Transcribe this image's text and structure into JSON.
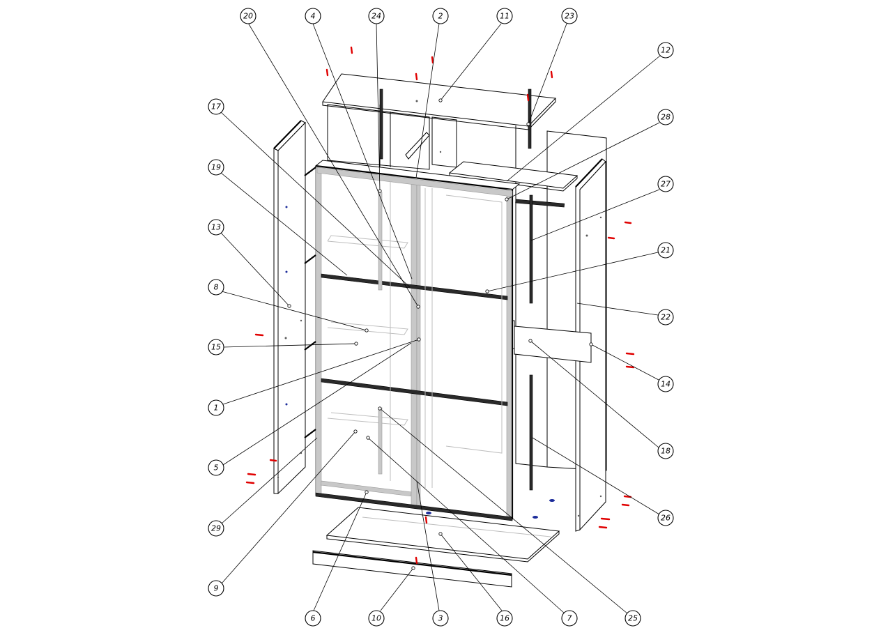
{
  "callouts": [
    {
      "id": "c20",
      "label": "20"
    },
    {
      "id": "c4",
      "label": "4"
    },
    {
      "id": "c24",
      "label": "24"
    },
    {
      "id": "c2",
      "label": "2"
    },
    {
      "id": "c11",
      "label": "11"
    },
    {
      "id": "c23",
      "label": "23"
    },
    {
      "id": "c12",
      "label": "12"
    },
    {
      "id": "c28",
      "label": "28"
    },
    {
      "id": "c27",
      "label": "27"
    },
    {
      "id": "c21",
      "label": "21"
    },
    {
      "id": "c22",
      "label": "22"
    },
    {
      "id": "c14",
      "label": "14"
    },
    {
      "id": "c18",
      "label": "18"
    },
    {
      "id": "c26",
      "label": "26"
    },
    {
      "id": "c17",
      "label": "17"
    },
    {
      "id": "c19",
      "label": "19"
    },
    {
      "id": "c13",
      "label": "13"
    },
    {
      "id": "c8",
      "label": "8"
    },
    {
      "id": "c15",
      "label": "15"
    },
    {
      "id": "c1",
      "label": "1"
    },
    {
      "id": "c5",
      "label": "5"
    },
    {
      "id": "c29",
      "label": "29"
    },
    {
      "id": "c9",
      "label": "9"
    },
    {
      "id": "c6",
      "label": "6"
    },
    {
      "id": "c10",
      "label": "10"
    },
    {
      "id": "c3",
      "label": "3"
    },
    {
      "id": "c16",
      "label": "16"
    },
    {
      "id": "c7",
      "label": "7"
    },
    {
      "id": "c25",
      "label": "25"
    }
  ],
  "colors": {
    "line": "#000000",
    "hidden": "#bdbdbd",
    "hardware_red": "#e00000",
    "hardware_blue": "#1c2c9a",
    "profile_grey": "#c8c8c8"
  }
}
